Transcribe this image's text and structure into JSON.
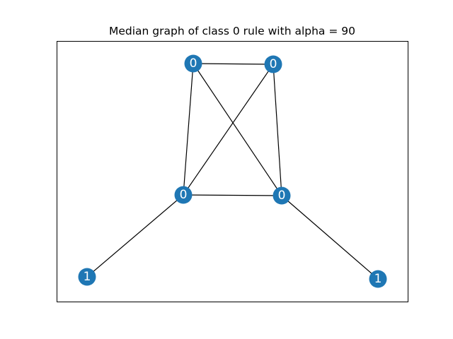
{
  "title": "Median graph of class 0 rule  with alpha = 90",
  "colors": {
    "node": "#1f77b4",
    "edge": "#000000",
    "label": "#ffffff",
    "frame": "#000000"
  },
  "graph": {
    "nodes": [
      {
        "id": "n1",
        "label": "0"
      },
      {
        "id": "n2",
        "label": "0"
      },
      {
        "id": "n3",
        "label": "0"
      },
      {
        "id": "n4",
        "label": "0"
      },
      {
        "id": "n5",
        "label": "1"
      },
      {
        "id": "n6",
        "label": "1"
      }
    ],
    "edges": [
      [
        "n1",
        "n2"
      ],
      [
        "n1",
        "n3"
      ],
      [
        "n1",
        "n4"
      ],
      [
        "n2",
        "n3"
      ],
      [
        "n2",
        "n4"
      ],
      [
        "n3",
        "n4"
      ],
      [
        "n3",
        "n5"
      ],
      [
        "n4",
        "n6"
      ]
    ]
  }
}
